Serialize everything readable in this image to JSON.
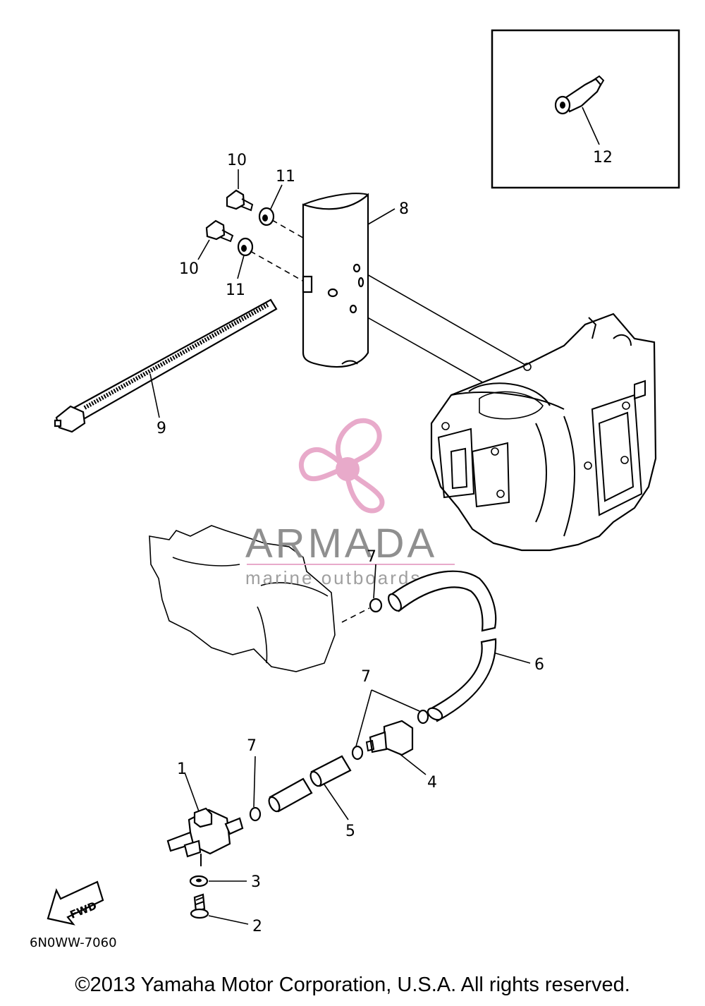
{
  "diagram": {
    "callouts": {
      "c1": "1",
      "c2": "2",
      "c3": "3",
      "c4": "4",
      "c5": "5",
      "c6": "6",
      "c7a": "7",
      "c7b": "7",
      "c7c": "7",
      "c8": "8",
      "c9": "9",
      "c10a": "10",
      "c10b": "10",
      "c11a": "11",
      "c11b": "11",
      "c12": "12"
    },
    "fwd_label": "FWD",
    "diagram_code": "6N0WW-7060",
    "copyright": "©2013 Yamaha Motor Corporation, U.S.A. All rights reserved."
  },
  "watermark": {
    "title": "ARMADA",
    "subtitle": "marine outboards",
    "logo_color": "#e7a6c8",
    "text_color": "#8a8a8a"
  }
}
